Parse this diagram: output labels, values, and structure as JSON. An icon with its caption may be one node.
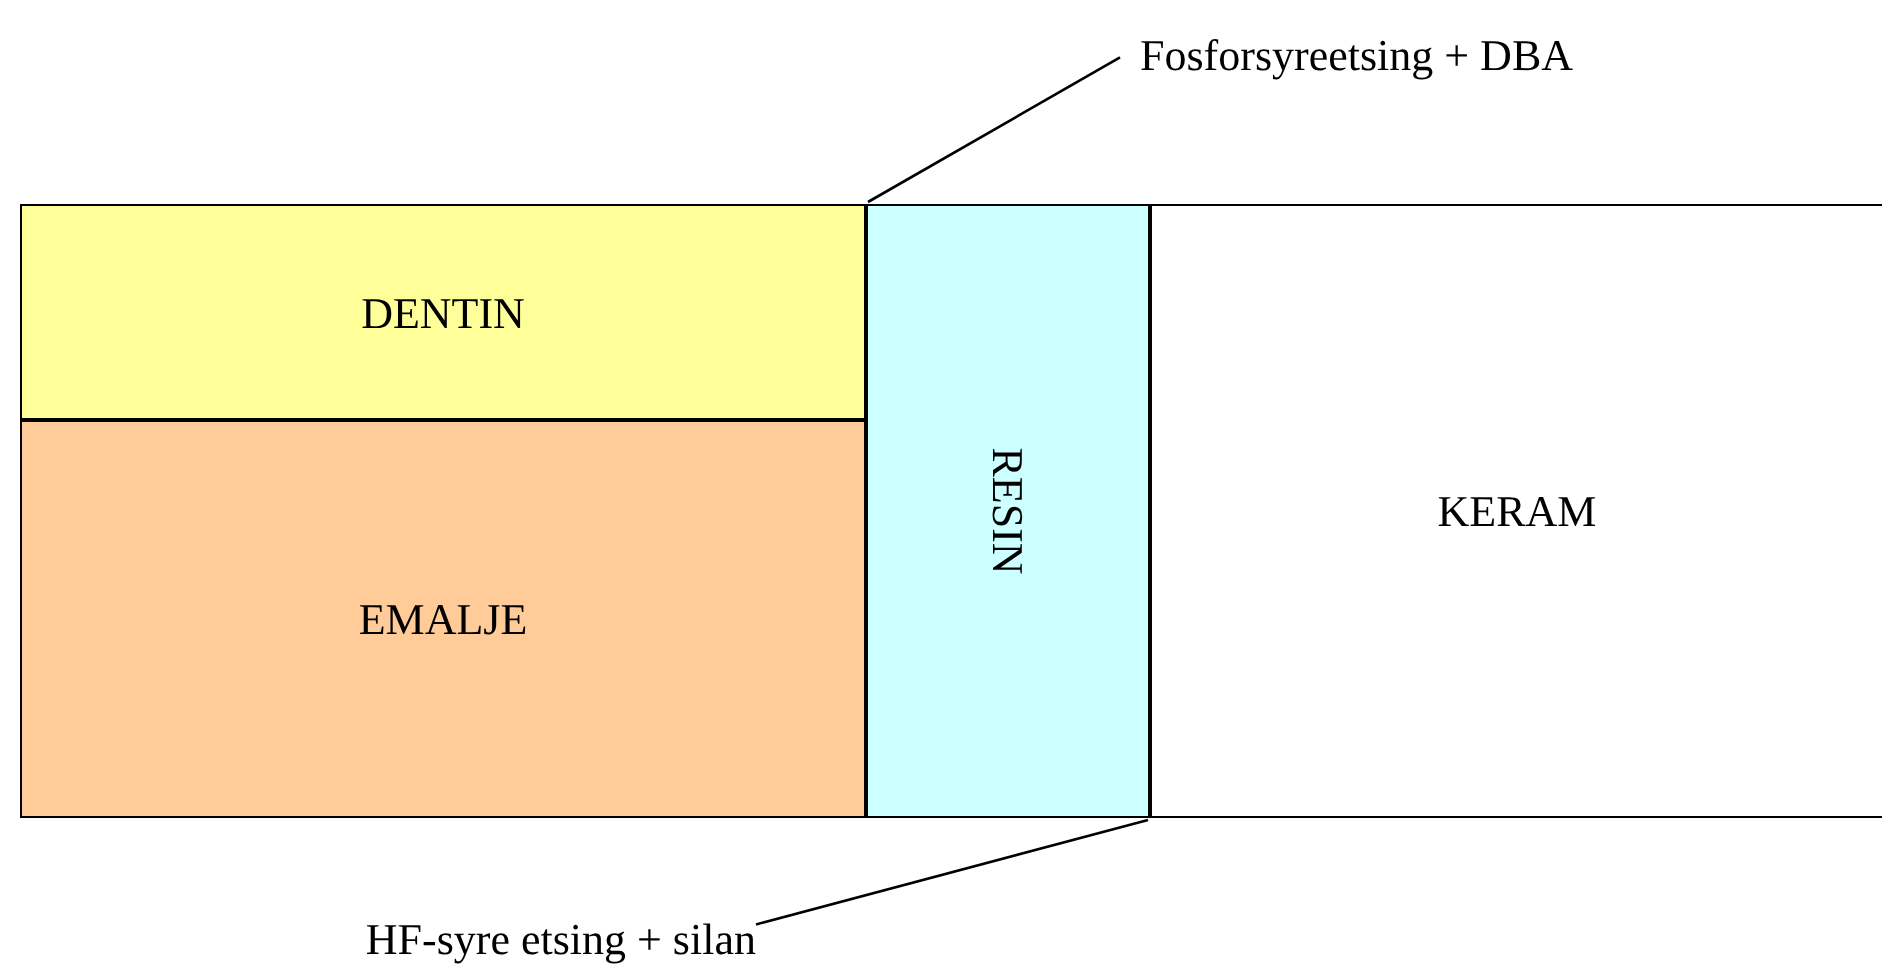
{
  "diagram": {
    "nodes": [
      {
        "text": [
          "DENTIN"
        ]
      },
      {
        "text": [
          "EMALJE"
        ]
      },
      {
        "text": [
          "RESIN"
        ]
      },
      {
        "text": [
          "KERAM"
        ]
      },
      {
        "text": [
          "Fosforsyreetsing + DBA"
        ]
      },
      {
        "text": [
          "HF-syre etsing + silan"
        ]
      }
    ],
    "edges": [
      {
        "from": 4,
        "to": 2,
        "arrow": "none"
      },
      {
        "from": 5,
        "to": 2,
        "arrow": "none"
      }
    ]
  }
}
